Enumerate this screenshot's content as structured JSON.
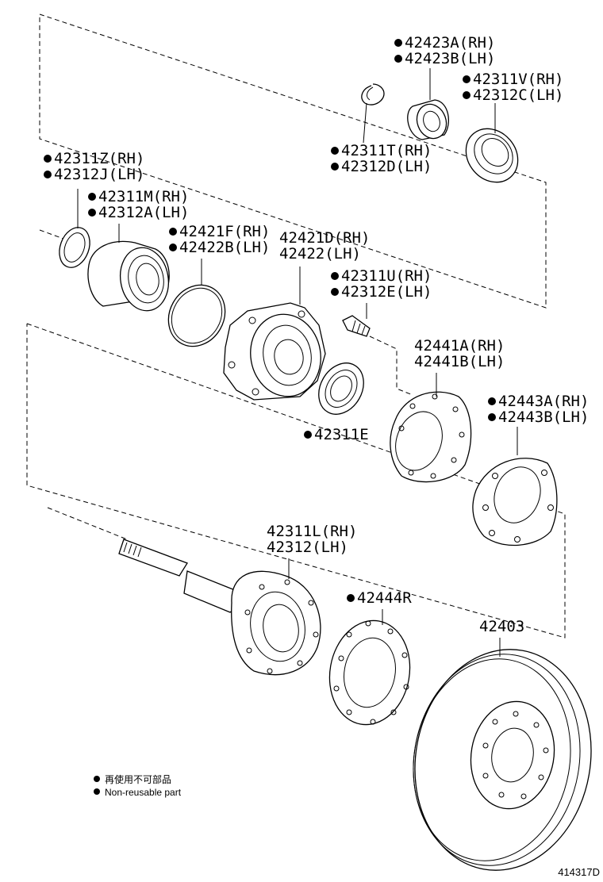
{
  "callouts": [
    {
      "id": "c-42423",
      "bullet": true,
      "lines": [
        "42423A(RH)",
        "42423B(LH)"
      ]
    },
    {
      "id": "c-42311v",
      "bullet": true,
      "lines": [
        "42311V(RH)",
        "42312C(LH)"
      ]
    },
    {
      "id": "c-42311t",
      "bullet": true,
      "lines": [
        "42311T(RH)",
        "42312D(LH)"
      ]
    },
    {
      "id": "c-42311z",
      "bullet": true,
      "lines": [
        "42311Z(RH)",
        "42312J(LH)"
      ]
    },
    {
      "id": "c-42311m",
      "bullet": true,
      "lines": [
        "42311M(RH)",
        "42312A(LH)"
      ]
    },
    {
      "id": "c-42421f",
      "bullet": true,
      "lines": [
        "42421F(RH)",
        "42422B(LH)"
      ]
    },
    {
      "id": "c-42421d",
      "bullet": false,
      "lines": [
        "42421D(RH)",
        "42422(LH)"
      ]
    },
    {
      "id": "c-42311u",
      "bullet": true,
      "lines": [
        "42311U(RH)",
        "42312E(LH)"
      ]
    },
    {
      "id": "c-42441",
      "bullet": false,
      "lines": [
        "42441A(RH)",
        "42441B(LH)"
      ]
    },
    {
      "id": "c-42443",
      "bullet": true,
      "lines": [
        "42443A(RH)",
        "42443B(LH)"
      ]
    },
    {
      "id": "c-42311e",
      "bullet": true,
      "lines": [
        "42311E"
      ]
    },
    {
      "id": "c-42311l",
      "bullet": false,
      "lines": [
        "42311L(RH)",
        "42312(LH)"
      ]
    },
    {
      "id": "c-42444r",
      "bullet": true,
      "lines": [
        "42444R"
      ]
    },
    {
      "id": "c-42403",
      "bullet": false,
      "lines": [
        "42403"
      ]
    }
  ],
  "legend": {
    "line1": "再使用不可部品",
    "line2": "Non-reusable part"
  },
  "diagram_code": "414317D"
}
